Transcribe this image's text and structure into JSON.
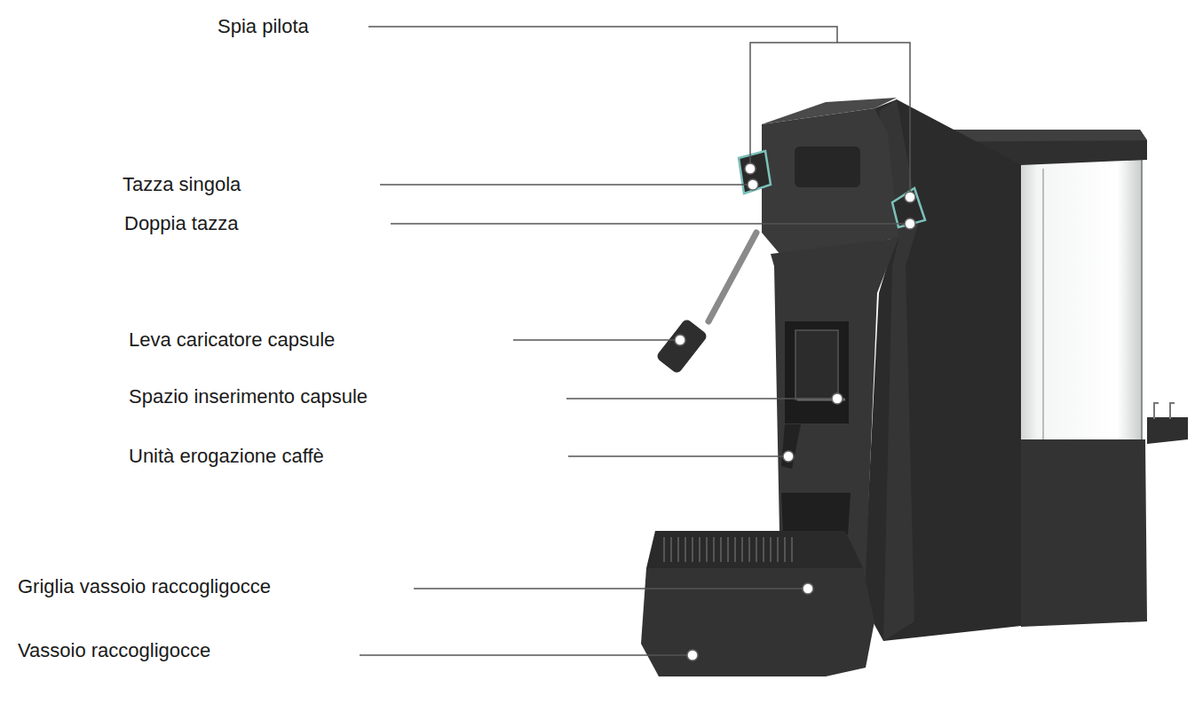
{
  "diagram": {
    "labels": [
      "Spia pilota",
      "Tazza singola",
      "Doppia tazza",
      "Leva caricatore capsule",
      "Spazio inserimento capsule",
      "Unità erogazione caffè",
      "Griglia vassoio raccogligocce",
      "Vassoio raccogligocce"
    ]
  }
}
